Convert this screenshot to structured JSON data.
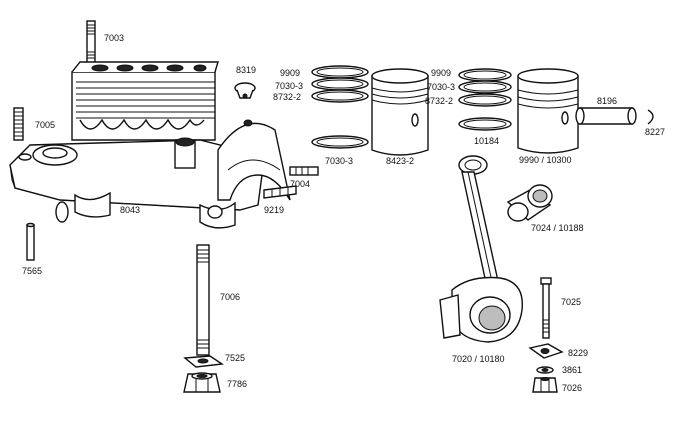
{
  "labels": {
    "p7003": "7003",
    "p7005": "7005",
    "p8319": "8319",
    "p9909a": "9909",
    "p7030_3a": "7030-3",
    "p8732_2a": "8732-2",
    "p7030_3b": "7030-3",
    "p8423_2": "8423-2",
    "p9909b": "9909",
    "p7030_3c": "7030-3",
    "p8732_2b": "8732-2",
    "p10184": "10184",
    "p9990_10300": "9990 / 10300",
    "p8196": "8196",
    "p8227": "8227",
    "p7004": "7004",
    "p9219": "9219",
    "p8043": "8043",
    "p7565": "7565",
    "p7024_10188": "7024 / 10188",
    "p7006": "7006",
    "p7525": "7525",
    "p7786": "7786",
    "p7025": "7025",
    "p8229": "8229",
    "p3861": "3861",
    "p7026": "7026",
    "p7020_10180": "7020 / 10180"
  }
}
